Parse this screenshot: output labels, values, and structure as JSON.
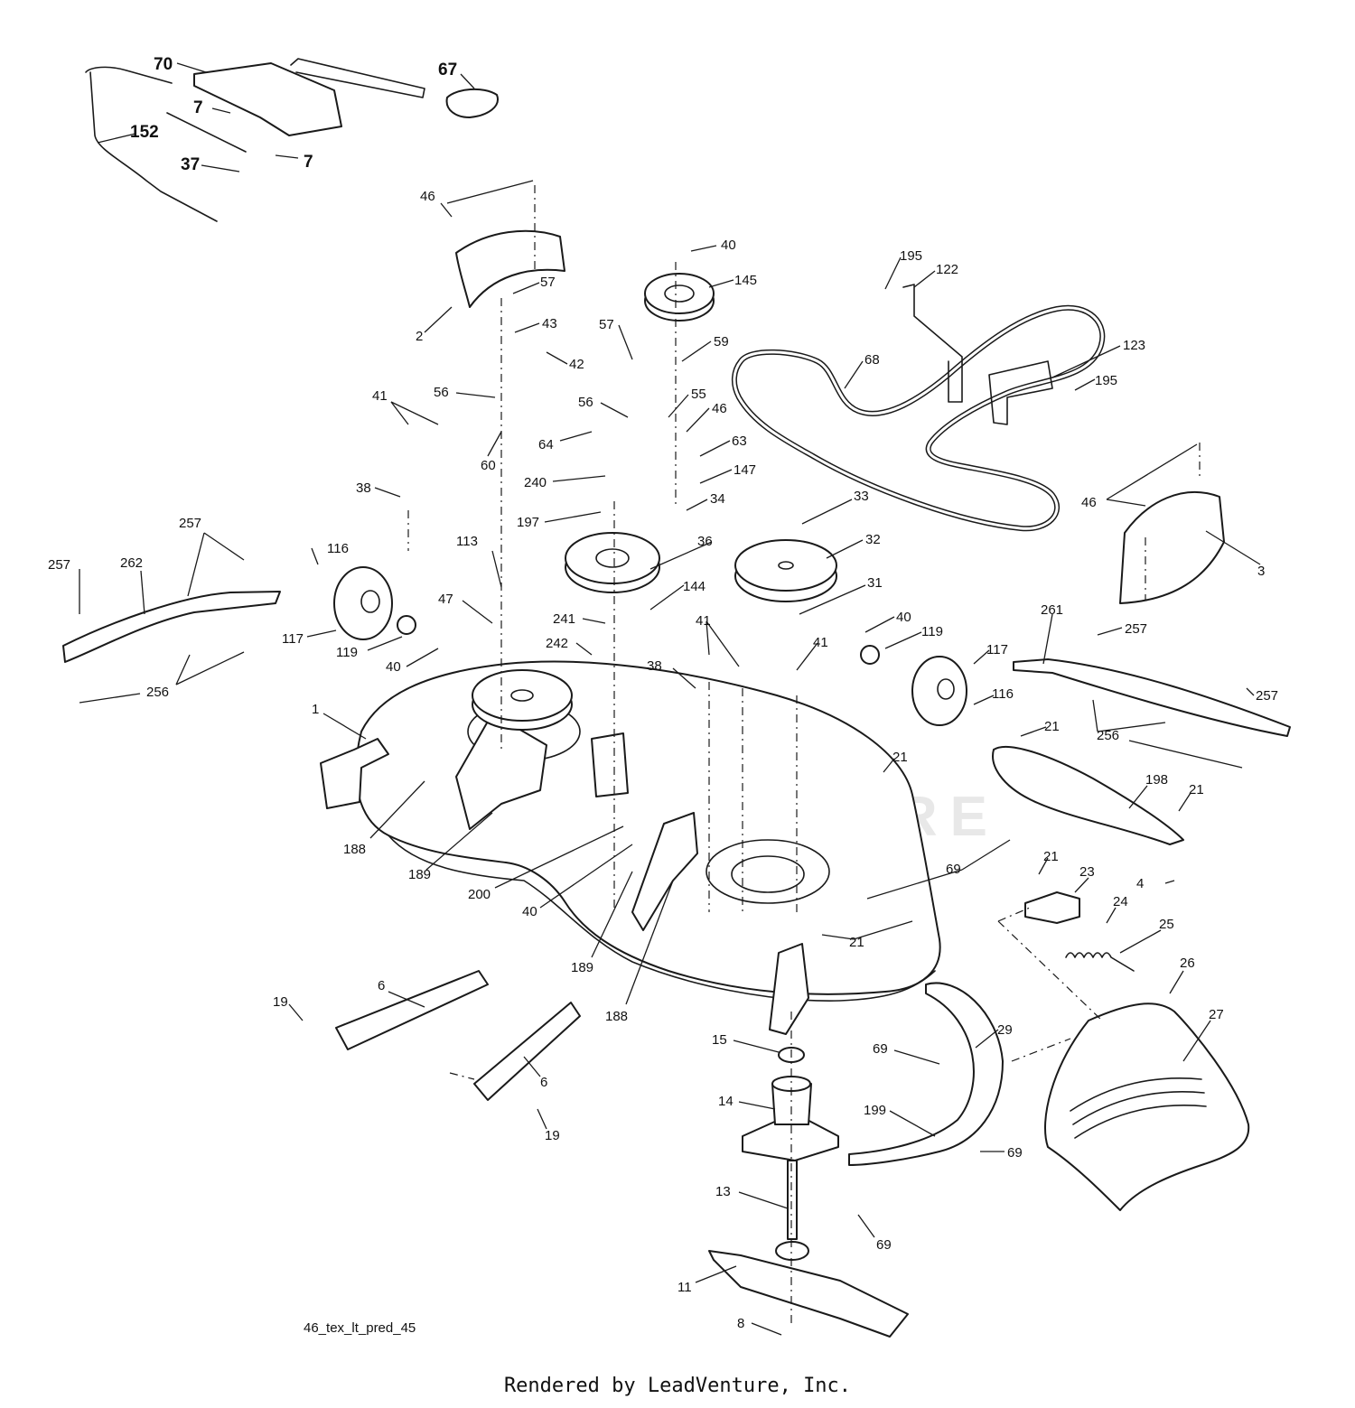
{
  "diagram_code": "46_tex_lt_pred_45",
  "credit": "Rendered by LeadVenture, Inc.",
  "watermark": "LEADVENTURE",
  "callouts": [
    {
      "id": "c70",
      "label": "70"
    },
    {
      "id": "c67",
      "label": "67"
    },
    {
      "id": "c7a",
      "label": "7"
    },
    {
      "id": "c7b",
      "label": "7"
    },
    {
      "id": "c152",
      "label": "152"
    },
    {
      "id": "c37",
      "label": "37"
    },
    {
      "id": "c46a",
      "label": "46"
    },
    {
      "id": "c2",
      "label": "2"
    },
    {
      "id": "c57a",
      "label": "57"
    },
    {
      "id": "c43",
      "label": "43"
    },
    {
      "id": "c42",
      "label": "42"
    },
    {
      "id": "c56a",
      "label": "56"
    },
    {
      "id": "c60",
      "label": "60"
    },
    {
      "id": "c64",
      "label": "64"
    },
    {
      "id": "c40a",
      "label": "40"
    },
    {
      "id": "c145",
      "label": "145"
    },
    {
      "id": "c57b",
      "label": "57"
    },
    {
      "id": "c59",
      "label": "59"
    },
    {
      "id": "c56b",
      "label": "56"
    },
    {
      "id": "c55",
      "label": "55"
    },
    {
      "id": "c46b",
      "label": "46"
    },
    {
      "id": "c63",
      "label": "63"
    },
    {
      "id": "c147",
      "label": "147"
    },
    {
      "id": "c34",
      "label": "34"
    },
    {
      "id": "c240",
      "label": "240"
    },
    {
      "id": "c197",
      "label": "197"
    },
    {
      "id": "c41a",
      "label": "41"
    },
    {
      "id": "c38a",
      "label": "38"
    },
    {
      "id": "c195a",
      "label": "195"
    },
    {
      "id": "c122",
      "label": "122"
    },
    {
      "id": "c68",
      "label": "68"
    },
    {
      "id": "c123",
      "label": "123"
    },
    {
      "id": "c195b",
      "label": "195"
    },
    {
      "id": "c46c",
      "label": "46"
    },
    {
      "id": "c3",
      "label": "3"
    },
    {
      "id": "c33",
      "label": "33"
    },
    {
      "id": "c32",
      "label": "32"
    },
    {
      "id": "c31",
      "label": "31"
    },
    {
      "id": "c36",
      "label": "36"
    },
    {
      "id": "c144",
      "label": "144"
    },
    {
      "id": "c113",
      "label": "113"
    },
    {
      "id": "c47",
      "label": "47"
    },
    {
      "id": "c241",
      "label": "241"
    },
    {
      "id": "c242",
      "label": "242"
    },
    {
      "id": "c257a",
      "label": "257"
    },
    {
      "id": "c257b",
      "label": "257"
    },
    {
      "id": "c262",
      "label": "262"
    },
    {
      "id": "c116a",
      "label": "116"
    },
    {
      "id": "c117a",
      "label": "117"
    },
    {
      "id": "c119a",
      "label": "119"
    },
    {
      "id": "c40b",
      "label": "40"
    },
    {
      "id": "c256a",
      "label": "256"
    },
    {
      "id": "c41b",
      "label": "41"
    },
    {
      "id": "c38b",
      "label": "38"
    },
    {
      "id": "c41c",
      "label": "41"
    },
    {
      "id": "c40c",
      "label": "40"
    },
    {
      "id": "c119b",
      "label": "119"
    },
    {
      "id": "c117b",
      "label": "117"
    },
    {
      "id": "c116b",
      "label": "116"
    },
    {
      "id": "c261",
      "label": "261"
    },
    {
      "id": "c257c",
      "label": "257"
    },
    {
      "id": "c257d",
      "label": "257"
    },
    {
      "id": "c256b",
      "label": "256"
    },
    {
      "id": "c1",
      "label": "1"
    },
    {
      "id": "c21a",
      "label": "21"
    },
    {
      "id": "c21b",
      "label": "21"
    },
    {
      "id": "c198",
      "label": "198"
    },
    {
      "id": "c21c",
      "label": "21"
    },
    {
      "id": "c188a",
      "label": "188"
    },
    {
      "id": "c189a",
      "label": "189"
    },
    {
      "id": "c200",
      "label": "200"
    },
    {
      "id": "c40d",
      "label": "40"
    },
    {
      "id": "c69a",
      "label": "69"
    },
    {
      "id": "c4",
      "label": "4"
    },
    {
      "id": "c21d",
      "label": "21"
    },
    {
      "id": "c23",
      "label": "23"
    },
    {
      "id": "c24",
      "label": "24"
    },
    {
      "id": "c25",
      "label": "25"
    },
    {
      "id": "c21e",
      "label": "21"
    },
    {
      "id": "c189b",
      "label": "189"
    },
    {
      "id": "c188b",
      "label": "188"
    },
    {
      "id": "c26",
      "label": "26"
    },
    {
      "id": "c27",
      "label": "27"
    },
    {
      "id": "c19a",
      "label": "19"
    },
    {
      "id": "c6a",
      "label": "6"
    },
    {
      "id": "c6b",
      "label": "6"
    },
    {
      "id": "c19b",
      "label": "19"
    },
    {
      "id": "c15",
      "label": "15"
    },
    {
      "id": "c14",
      "label": "14"
    },
    {
      "id": "c69b",
      "label": "69"
    },
    {
      "id": "c29",
      "label": "29"
    },
    {
      "id": "c199",
      "label": "199"
    },
    {
      "id": "c69c",
      "label": "69"
    },
    {
      "id": "c13",
      "label": "13"
    },
    {
      "id": "c69d",
      "label": "69"
    },
    {
      "id": "c11",
      "label": "11"
    },
    {
      "id": "c8",
      "label": "8"
    }
  ]
}
